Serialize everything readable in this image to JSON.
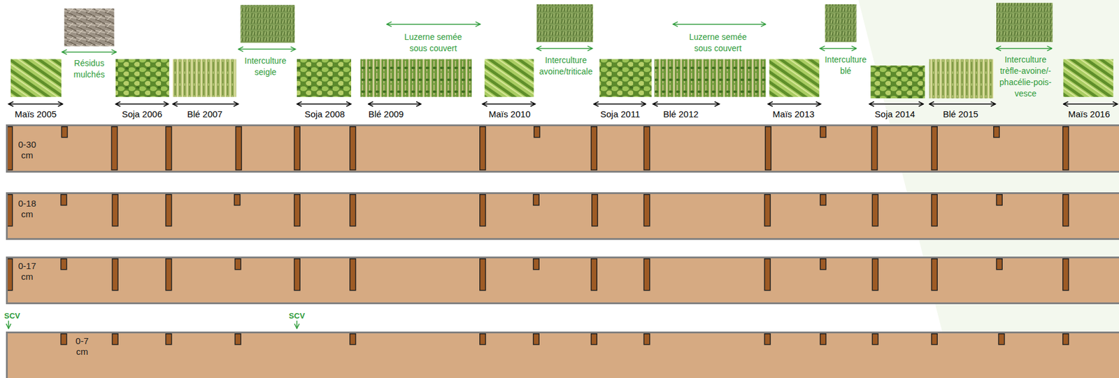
{
  "diagram": {
    "nodes": [
      {
        "text": [
          "0-30 cm"
        ]
      },
      {
        "text": [
          "0-18 cm"
        ]
      },
      {
        "text": [
          "0-17 cm"
        ]
      },
      {
        "text": [
          "0-7 cm"
        ]
      }
    ],
    "labels": [
      "Résidus mulchés",
      "Interculture seigle",
      "Luzerne semée sous couvert",
      "Interculture avoine/triticale",
      "Luzerne semée sous couvert",
      "Interculture blé",
      "Interculture trèfle-avoine/-phacélie-pois-vesce",
      "Maïs 2005",
      "Soja 2006",
      "Blé 2007",
      "Soja 2008",
      "Blé 2009",
      "Maïs 2010",
      "Soja 2011",
      "Blé 2012",
      "Maïs 2013",
      "Soja 2014",
      "Blé 2015",
      "Maïs 2016",
      "SCV",
      "SCV"
    ]
  }
}
